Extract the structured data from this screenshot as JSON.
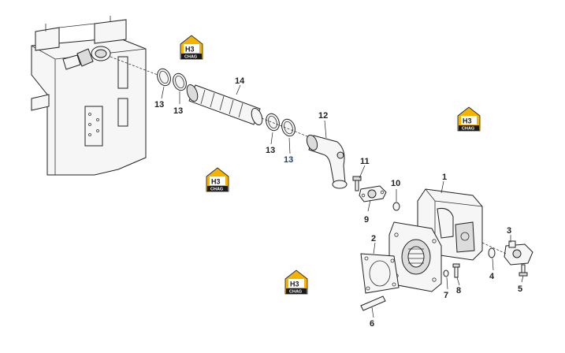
{
  "callouts": {
    "c14": "14",
    "c13a": "13",
    "c13b": "13",
    "c13c": "13",
    "c13d": "13",
    "c12": "12",
    "c11": "11",
    "c10": "10",
    "c9": "9",
    "c1": "1",
    "c2": "2",
    "c3": "3",
    "c4": "4",
    "c5": "5",
    "c6": "6",
    "c7": "7",
    "c8": "8"
  },
  "watermark": {
    "logo_letters": "H3",
    "logo_caption": "CHAG"
  },
  "colors": {
    "logo_yellow": "#f3b300",
    "logo_dark": "#1a1a1a",
    "callout_blue": "#1f3f7a"
  }
}
